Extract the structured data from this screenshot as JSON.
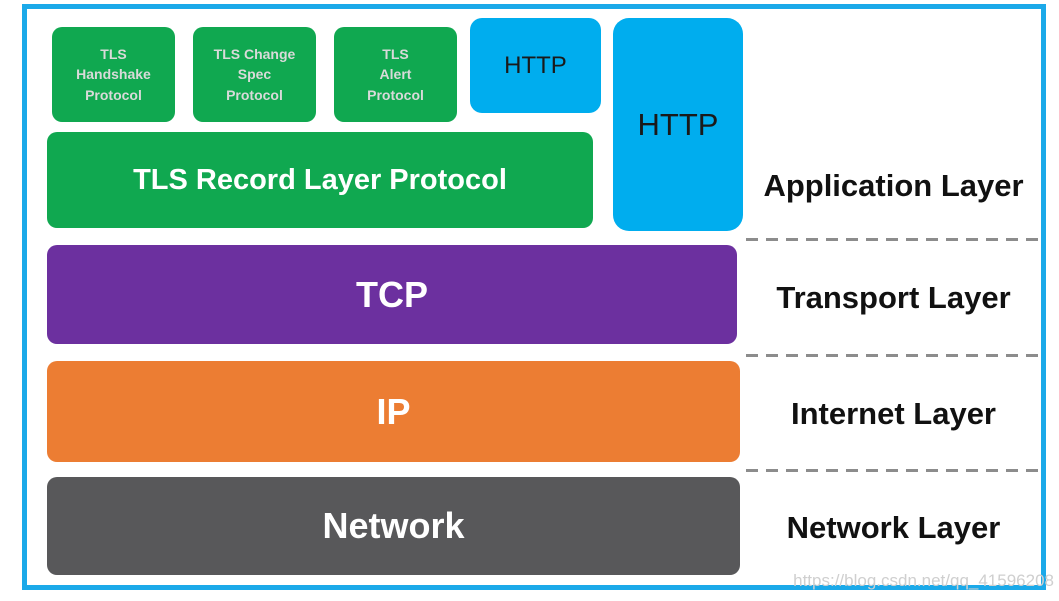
{
  "diagram": {
    "description": "TLS protocol stack over TCP/IP layers"
  },
  "application_layer": {
    "tls_handshake": "TLS\nHandshake\nProtocol",
    "tls_change_spec": "TLS Change\nSpec\nProtocol",
    "tls_alert": "TLS\nAlert\nProtocol",
    "http_small": "HTTP",
    "http_tall": "HTTP",
    "tls_record": "TLS Record Layer Protocol"
  },
  "transport_layer": {
    "tcp": "TCP"
  },
  "internet_layer": {
    "ip": "IP"
  },
  "network_layer": {
    "network": "Network"
  },
  "layer_labels": {
    "application": "Application Layer",
    "transport": "Transport Layer",
    "internet": "Internet Layer",
    "network": "Network Layer"
  },
  "colors": {
    "green": "#10A850",
    "blue": "#00ADEE",
    "purple": "#6C309F",
    "orange": "#EC7D33",
    "gray": "#58585A",
    "frame_border": "#1BA9E9",
    "divider": "#8C8C8C",
    "small_proto_text": "#D9DAD9"
  },
  "watermark": "https://blog.csdn.net/qq_41596208"
}
